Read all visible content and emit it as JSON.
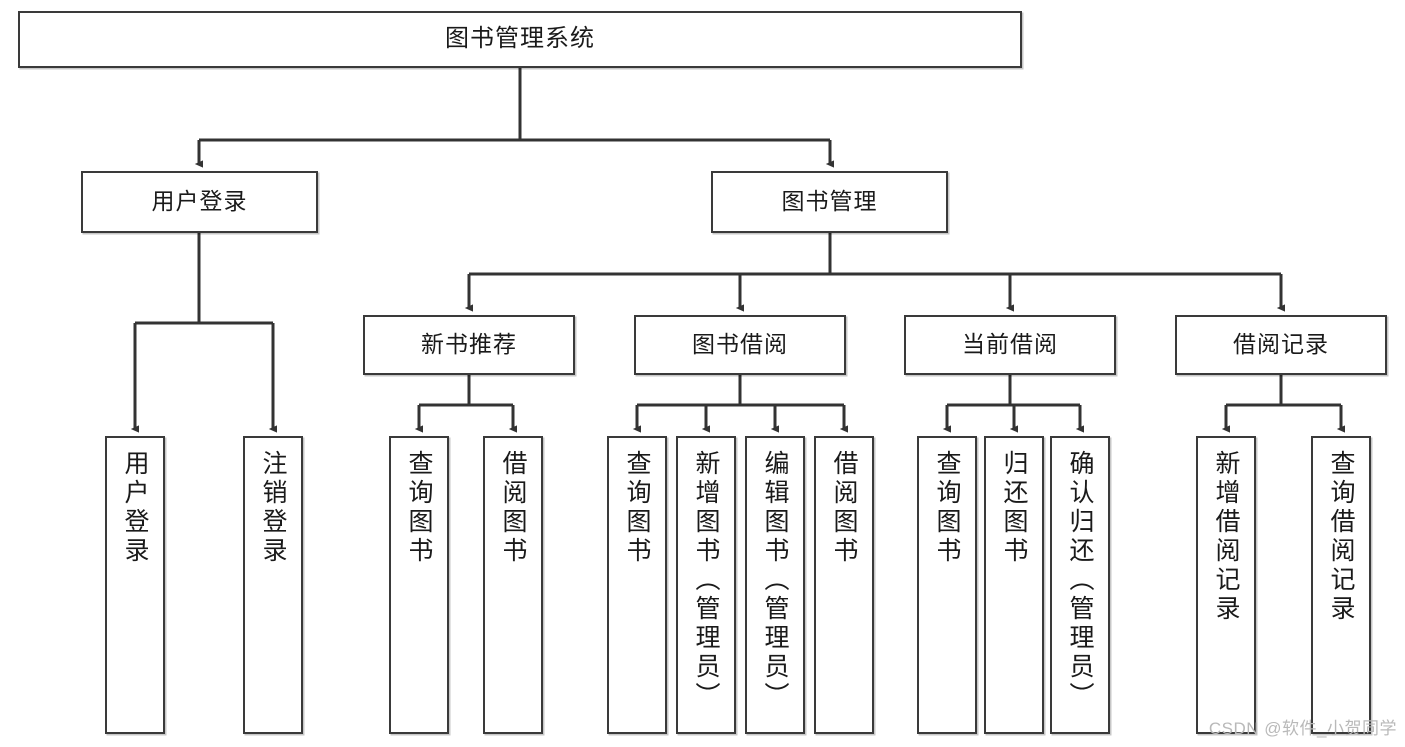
{
  "diagram": {
    "type": "tree",
    "title": "图书管理系统",
    "watermark": "CSDN @软件_小贺同学",
    "colors": {
      "box_border": "#3a3a3a",
      "box_fill": "#ffffff",
      "edge": "#333333",
      "text": "#1a1a1a",
      "watermark": "#b9b9b9",
      "background": "#ffffff"
    },
    "levels": {
      "root": "图书管理系统",
      "level2": [
        "用户登录",
        "图书管理"
      ],
      "level3": [
        "新书推荐",
        "图书借阅",
        "当前借阅",
        "借阅记录"
      ]
    },
    "nodes": {
      "root": {
        "label": "图书管理系统"
      },
      "user_login": {
        "label": "用户登录"
      },
      "book_mgmt": {
        "label": "图书管理"
      },
      "new_book_rec": {
        "label": "新书推荐"
      },
      "book_borrow": {
        "label": "图书借阅"
      },
      "current_borrow": {
        "label": "当前借阅"
      },
      "borrow_record": {
        "label": "借阅记录"
      }
    },
    "leaves": {
      "user_login": [
        {
          "label": "用户登录"
        },
        {
          "label": "注销登录"
        }
      ],
      "new_book_rec": [
        {
          "label": "查询图书"
        },
        {
          "label": "借阅图书"
        }
      ],
      "book_borrow": [
        {
          "label": "查询图书"
        },
        {
          "label": "新增图书（管理员）"
        },
        {
          "label": "编辑图书（管理员）"
        },
        {
          "label": "借阅图书"
        }
      ],
      "current_borrow": [
        {
          "label": "查询图书"
        },
        {
          "label": "归还图书"
        },
        {
          "label": "确认归还（管理员）"
        }
      ],
      "borrow_record": [
        {
          "label": "新增借阅记录"
        },
        {
          "label": "查询借阅记录"
        }
      ]
    }
  }
}
